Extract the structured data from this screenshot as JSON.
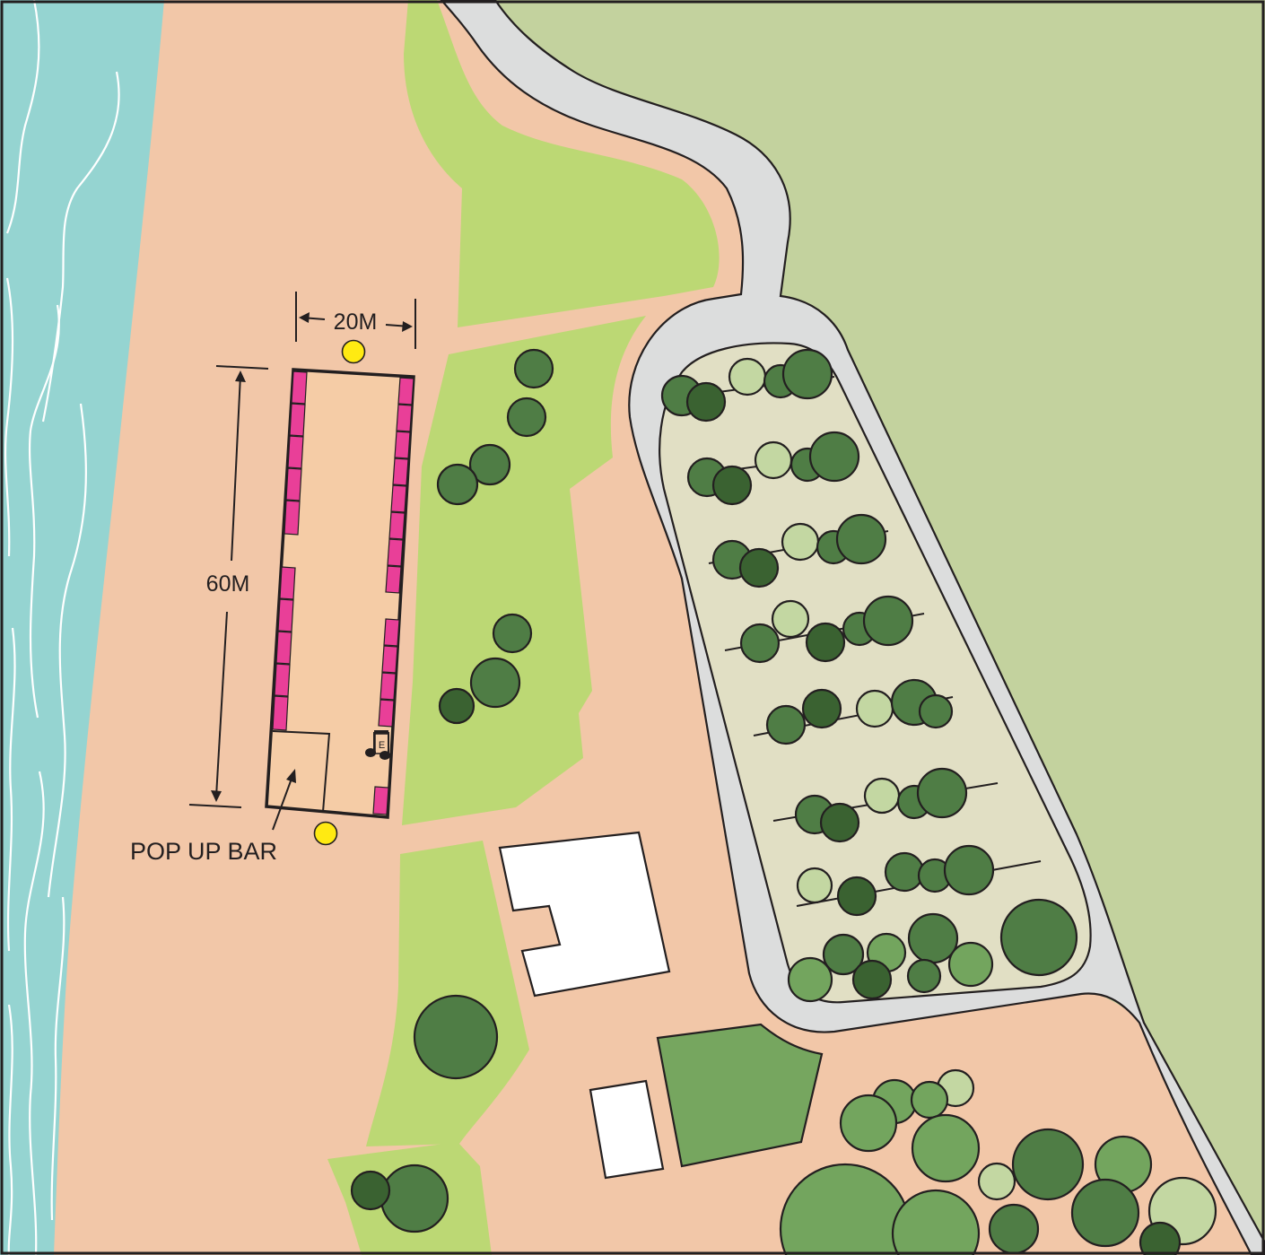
{
  "labels": {
    "width_dimension": "20M",
    "length_dimension": "60M",
    "pop_up_bar": "POP UP BAR",
    "stage_marker": "E"
  },
  "colors": {
    "sea": "#95d4d1",
    "sand": "#f2c7a8",
    "grass_light": "#bcd874",
    "grass_dark_field": "#c3d29e",
    "road": "#dcdddd",
    "orchard": "#e1dfc4",
    "tree_dark": "#4f7d45",
    "tree_darker": "#3a6231",
    "tree_mid": "#73a55e",
    "tree_pale": "#c3d7a2",
    "marquee_fill": "#f5cca6",
    "marquee_panels": "#e93f98",
    "bollard": "#ffea12",
    "building": "#ffffff",
    "lawn": "#76a65f"
  },
  "icons": {
    "stage": "music-note-icon",
    "bollard": "yellow-dot-marker"
  }
}
